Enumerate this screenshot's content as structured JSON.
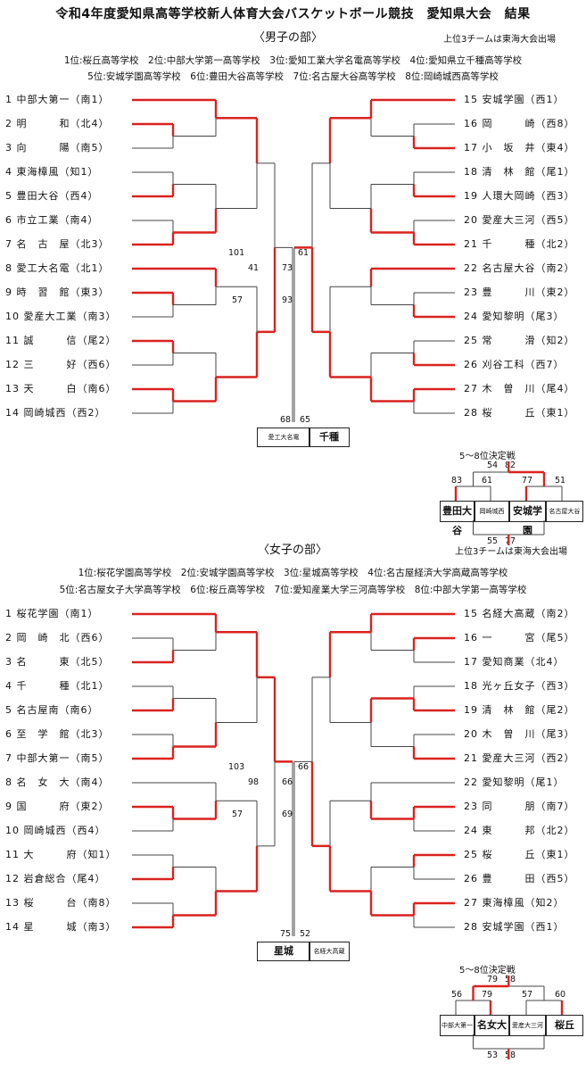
{
  "title": "令和4年度愛知県高等学校新人体育大会バスケットボール競技　愛知県大会　結果",
  "men": {
    "heading": "〈男子の部〉",
    "note": "上位3チームは東海大会出場",
    "rank_line1": "1位:桜丘高等学校　2位:中部大学第一高等学校　3位:愛知工業大学名電高等学校　4位:愛知県立千種高等学校",
    "rank_line2": "5位:安城学園高等学校　6位:豊田大谷高等学校　7位:名古屋大谷高等学校　8位:岡崎城西高等学校",
    "left_teams": [
      "1  中部大第一（南1）",
      "2  明　　　和（北4）",
      "3  向　　　陽（南5）",
      "4  東海樟風（知1）",
      "5  豊田大谷（西4）",
      "6  市立工業（南4）",
      "7  名　古　屋（北3）",
      "8  愛工大名電（北1）",
      "9  時　習　館（東3）",
      "10 愛産大工業（南3）",
      "11 誠　　　信（尾2）",
      "12 三　　　好（西6）",
      "13 天　　　白（南6）",
      "14 岡崎城西（西2）"
    ],
    "right_teams": [
      "15  安城学園（西1）",
      "16  岡　　　崎（西8）",
      "17  小　坂　井（東4）",
      "18  清　林　館（尾1）",
      "19  人環大岡崎（西3）",
      "20  愛産大三河（西5）",
      "21  千　　　種（北2）",
      "22  名古屋大谷（南2）",
      "23  豊　　　川（東2）",
      "24  愛知黎明（尾3）",
      "25  常　　　滑（知2）",
      "26  刈谷工科（西7）",
      "27  木　曽　川（尾4）",
      "28  桜　　　丘（東1）"
    ],
    "final_left": "愛工大名電",
    "final_right": "千種",
    "final_scores": [
      "68",
      "65"
    ],
    "semi_scores": [
      "101",
      "61",
      "41",
      "73",
      "57",
      "93"
    ],
    "pl_title": "5～8位決定戦",
    "pl_teams": [
      "豊田大谷",
      "岡崎城西",
      "安城学園",
      "名古屋大谷"
    ],
    "pl_scores": [
      "54",
      "82",
      "83",
      "61",
      "77",
      "51",
      "55",
      "77"
    ]
  },
  "women": {
    "heading": "〈女子の部〉",
    "note": "上位3チームは東海大会出場",
    "rank_line1": "1位:桜花学園高等学校　2位:安城学園高等学校　3位:星城高等学校　4位:名古屋経済大学高蔵高等学校",
    "rank_line2": "5位:名古屋女子大学高等学校　6位:桜丘高等学校　7位:愛知産業大学三河高等学校　8位:中部大学第一高等学校",
    "left_teams": [
      "1  桜花学園（南1）",
      "2  岡　崎　北（西6）",
      "3  名　　　東（北5）",
      "4  千　　　種（北1）",
      "5  名古屋南（南6）",
      "6  至　学　館（北3）",
      "7  中部大第一（南5）",
      "8  名　女　大（南4）",
      "9  国　　　府（東2）",
      "10 岡崎城西（西4）",
      "11 大　　　府（知1）",
      "12 岩倉総合（尾4）",
      "13 桜　　　台（南8）",
      "14 星　　　城（南3）"
    ],
    "right_teams": [
      "15  名経大高蔵（南2）",
      "16  一　　　宮（尾5）",
      "17  愛知商業（北4）",
      "18  光ヶ丘女子（西3）",
      "19  清　林　館（尾2）",
      "20  木　曽　川（尾3）",
      "21  愛産大三河（西2）",
      "22  愛知黎明（尾1）",
      "23  同　　　朋（南7）",
      "24  東　　　邦（北2）",
      "25  桜　　　丘（東1）",
      "26  豊　　　田（西5）",
      "27  東海樟風（知2）",
      "28  安城学園（西1）"
    ],
    "final_left": "星城",
    "final_right": "名経大高蔵",
    "final_scores": [
      "75",
      "52"
    ],
    "semi_scores": [
      "103",
      "66",
      "98",
      "66",
      "57",
      "69"
    ],
    "pl_title": "5～8位決定戦",
    "pl_teams": [
      "中部大第一",
      "名女大",
      "愛産大三河",
      "桜丘"
    ],
    "pl_scores": [
      "79",
      "58",
      "56",
      "79",
      "57",
      "60",
      "53",
      "58"
    ]
  }
}
